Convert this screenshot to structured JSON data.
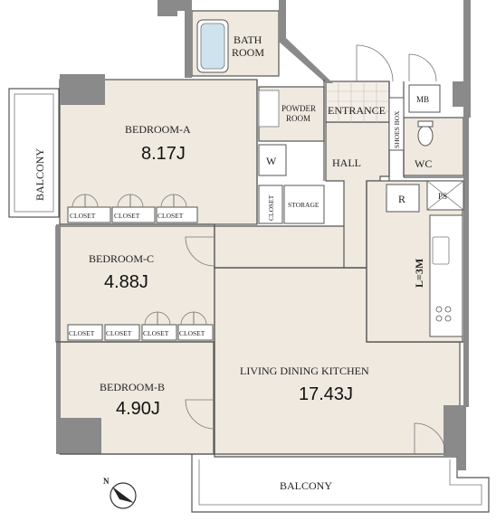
{
  "rooms": {
    "bath": {
      "line1": "BATH",
      "line2": "ROOM"
    },
    "powder": {
      "line1": "POWDER",
      "line2": "ROOM"
    },
    "entrance": "ENTRANCE",
    "shoes_box": "SHOES BOX",
    "mb": "MB",
    "wc": "WC",
    "hall": "HALL",
    "w": "W",
    "storage": "STORAGE",
    "closet": "CLOSET",
    "bedroom_a": {
      "name": "BEDROOM-A",
      "area": "8.17J"
    },
    "bedroom_c": {
      "name": "BEDROOM-C",
      "area": "4.88J"
    },
    "bedroom_b": {
      "name": "BEDROOM-B",
      "area": "4.90J"
    },
    "ldk": {
      "name": "LIVING DINING KITCHEN",
      "area": "17.43J"
    },
    "kitchen_len": "L=3M",
    "r": "R",
    "ps": "PS",
    "balcony_left": "BALCONY",
    "balcony_bottom": "BALCONY"
  },
  "compass": {
    "label": "N"
  },
  "colors": {
    "floor": "#efe9df",
    "wall": "#8a8a8a",
    "line": "#555555"
  }
}
